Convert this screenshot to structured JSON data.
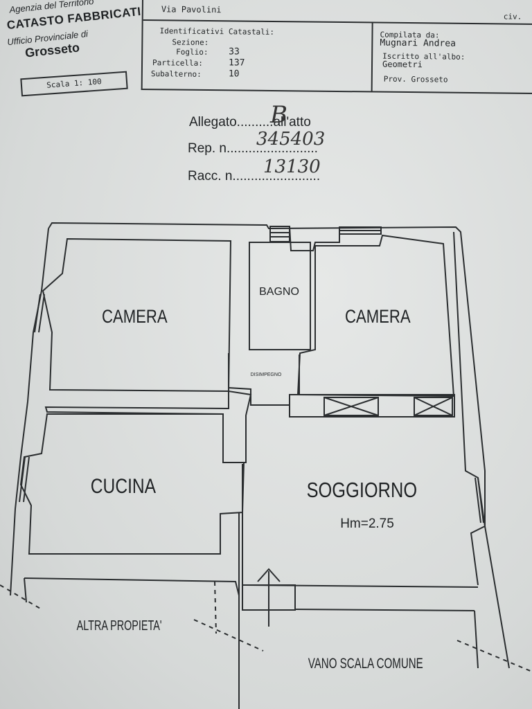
{
  "header": {
    "agency": "Agenzia del Territorio",
    "catasto": "CATASTO FABBRICATI",
    "ufficio": "Ufficio Provinciale di",
    "city": "Grosseto",
    "scale": "Scala 1: 100",
    "street": "Via Pavolini",
    "civ": "civ.",
    "ident_title": "Identificativi Catastali:",
    "sezione_label": "Sezione:",
    "sezione_value": "",
    "foglio_label": "Foglio:",
    "foglio_value": "33",
    "particella_label": "Particella:",
    "particella_value": "137",
    "subalterno_label": "Subalterno:",
    "subalterno_value": "10",
    "compilata_label": "Compilata da:",
    "compilata_value": "Mugnari Andrea",
    "iscritto_label": "Iscritto all'albo:",
    "iscritto_value": "Geometri",
    "prov": "Prov. Grosseto"
  },
  "annex": {
    "allegato_prefix": "Allegato",
    "allegato_dots": "..........",
    "allegato_value": "B",
    "allegato_suffix": "all'atto",
    "rep_label": "Rep. n.",
    "rep_value": "345403",
    "rep_dots": "........................",
    "racc_label": "Racc. n.",
    "racc_value": "13130",
    "racc_dots": "......................."
  },
  "plan": {
    "rooms": {
      "camera_left": "CAMERA",
      "camera_right": "CAMERA",
      "bagno": "BAGNO",
      "disimpegno": "DISIMPEGNO",
      "cucina": "CUCINA",
      "soggiorno": "SOGGIORNO",
      "height": "Hm=2.75"
    },
    "outside": {
      "altra": "ALTRA PROPIETA'",
      "vano": "VANO SCALA COMUNE"
    }
  }
}
